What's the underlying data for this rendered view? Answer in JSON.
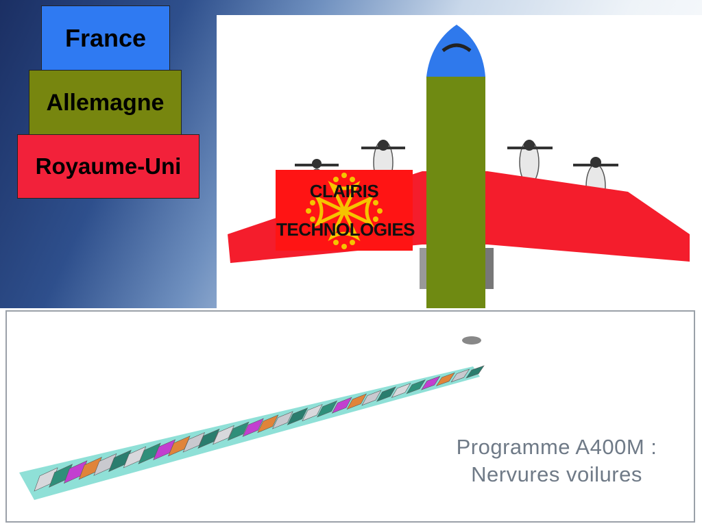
{
  "partners": {
    "france": "France",
    "allemagne": "Allemagne",
    "royaume_uni": "Royaume-Uni"
  },
  "logo": {
    "line1": "CLAIRIS",
    "line2": "TECHNOLOGIES"
  },
  "caption": {
    "line1": "Programme A400M :",
    "line2": "Nervures voilures"
  },
  "colors": {
    "france": "#2f7af2",
    "allemagne": "#77860f",
    "royaume_uni": "#f2213a",
    "logo_bg": "#ff1414",
    "cross": "#f5c400"
  },
  "icons": {
    "logo_cross": "occitan-cross-icon",
    "aircraft": "a400m-aircraft-icon"
  }
}
